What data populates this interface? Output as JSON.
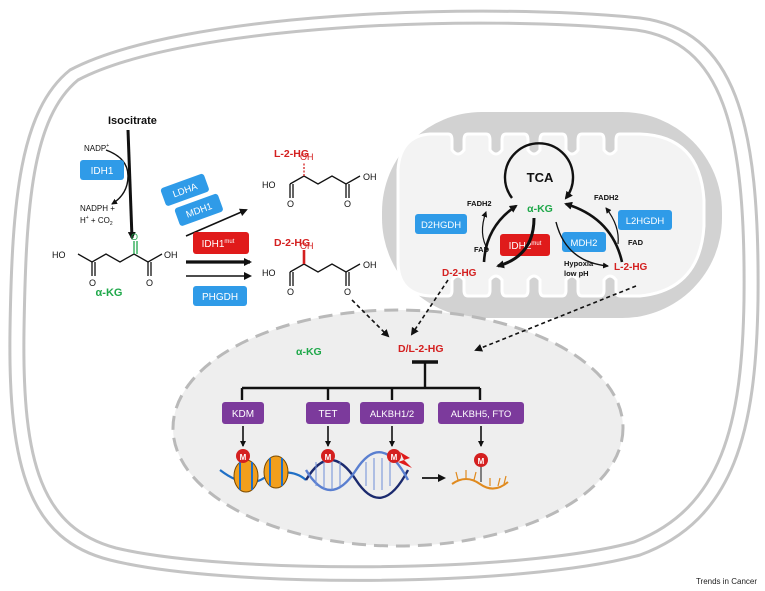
{
  "colors": {
    "enzyme_blue": "#2f9be8",
    "mutant_red": "#e01b1b",
    "reader_purple": "#7c3a9c",
    "akg_green": "#1fa84a",
    "hg_red": "#d42020",
    "membrane_gray": "#bdbdbd",
    "nucleus_gray": "#efefef",
    "mito_gray": "#dcdcdc"
  },
  "cytosol": {
    "isocitrate": "Isocitrate",
    "nadp": "NADP",
    "nadp_sup": "+",
    "nadph_line1": "NADPH +",
    "nadph_line2_h": "H",
    "nadph_line2_rest": " + CO",
    "nadph_co2_sub": "2",
    "akg": "α-KG",
    "idh1": "IDH1",
    "ldha": "LDHA",
    "mdh1": "MDH1",
    "idh1mut_base": "IDH1",
    "idh1mut_sup": "mut",
    "phgdh": "PHGDH",
    "l2hg": "L-2-HG",
    "d2hg": "D-2-HG",
    "ho": "HO",
    "oh": "OH",
    "o": "O"
  },
  "mito": {
    "tca": "TCA",
    "akg": "α-KG",
    "d2hgdh": "D2HGDH",
    "l2hgdh": "L2HGDH",
    "idh2mut_base": "IDH2",
    "idh2mut_sup": "mut",
    "mdh2": "MDH2",
    "fadh2_left": "FADH2",
    "fad_left": "FAD",
    "fadh2_right": "FADH2",
    "fad_right": "FAD",
    "d2hg": "D-2-HG",
    "l2hg": "L-2-HG",
    "hypoxia": "Hypoxia",
    "lowph": "low pH"
  },
  "nucleus": {
    "akg": "α-KG",
    "dl2hg": "D/L-2-HG",
    "kdm": "KDM",
    "tet": "TET",
    "alkbh12": "ALKBH1/2",
    "alkbh5fto": "ALKBH5, FTO",
    "methyl": "M"
  },
  "credit": "Trends in Cancer"
}
